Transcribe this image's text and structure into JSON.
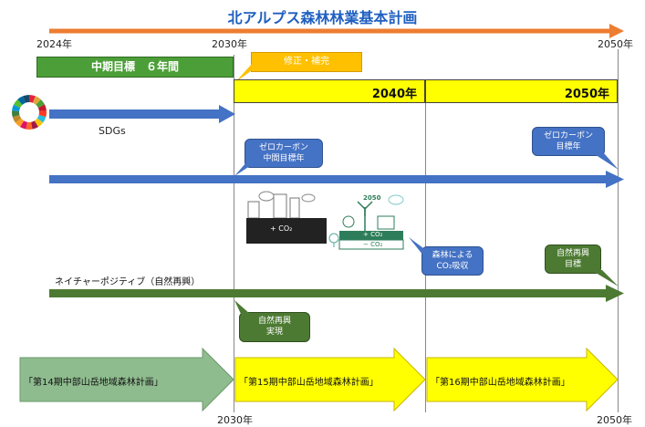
{
  "title": "北アルプス森林林業基本計画",
  "timeline": {
    "start": "2024年",
    "mid": "2030年",
    "end": "2050年"
  },
  "midterm": {
    "label": "中期目標　６年間"
  },
  "review": {
    "label": "修正・補完"
  },
  "year_bars": {
    "y2040": "2040年",
    "y2050": "2050年"
  },
  "sdgs": {
    "label": "SDGs",
    "logo_colors": [
      "#e5243b",
      "#dda63a",
      "#4c9f38",
      "#c5192d",
      "#ff3a21",
      "#26bde2",
      "#fcc30b",
      "#a21942",
      "#fd6925",
      "#dd1367",
      "#fd9d24",
      "#bf8b2e",
      "#3f7e44",
      "#0a97d9",
      "#56c02b",
      "#00689d",
      "#19486a"
    ]
  },
  "zerocarbon": {
    "mid_callout": "ゼロカーボン\n中間目標年",
    "final_callout": "ゼロカーボン\n目標年"
  },
  "illustration": {
    "left_box": "+ CO₂",
    "year": "2050",
    "right_top": "+ CO₂",
    "right_bottom": "− CO₂"
  },
  "forest_callout": "森林による\nCO₂吸収",
  "nature": {
    "label": "ネイチャーポジティブ（自然再興）",
    "mid_callout": "自然再興\n実現",
    "final_callout": "自然再興\n目標"
  },
  "plans": {
    "p14": "「第14期中部山岳地域森林計画」",
    "p15": "「第15期中部山岳地域森林計画」",
    "p16": "「第16期中部山岳地域森林計画」"
  },
  "bottom_axis": {
    "left": "2030年",
    "right": "2050年"
  },
  "colors": {
    "orange": "#ed7d31",
    "blue": "#4472c4",
    "green": "#4c7a32",
    "yellow": "#ffff00",
    "light_green": "#8fbc8f"
  }
}
